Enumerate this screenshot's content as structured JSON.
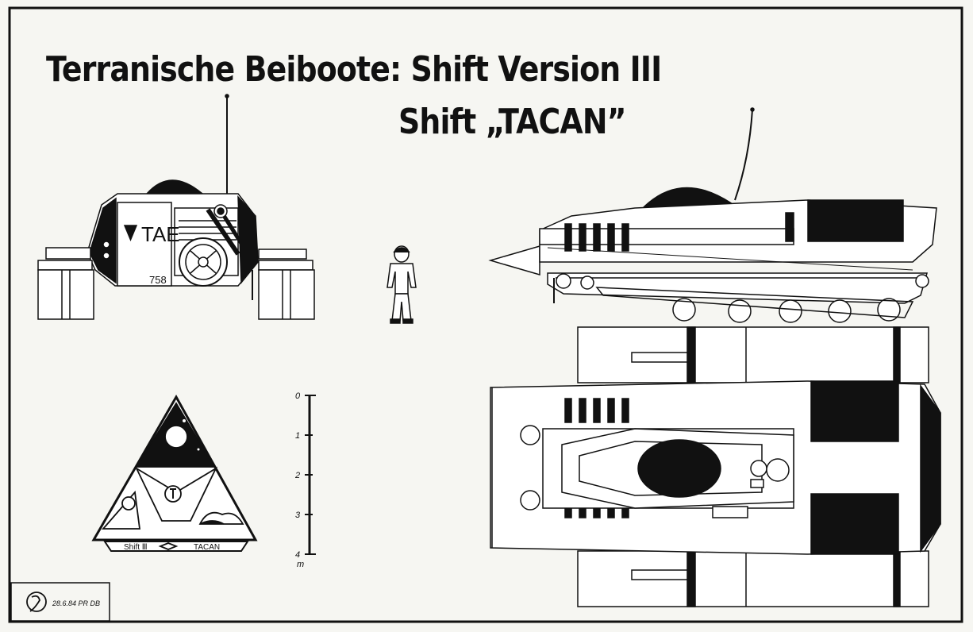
{
  "title": {
    "line1": "Terranische Beiboote: Shift Version III",
    "line2": "Shift „TACAN”"
  },
  "scale": {
    "ticks": [
      "0",
      "1",
      "2",
      "3",
      "4"
    ],
    "unit": "m"
  },
  "front_view": {
    "hull_letters": "TAE",
    "hull_number": "758"
  },
  "emblem": {
    "left_text": "Shift Ⅲ",
    "right_text": "TACAN"
  },
  "signature": {
    "date_text": "28.6.84 PR DB"
  }
}
